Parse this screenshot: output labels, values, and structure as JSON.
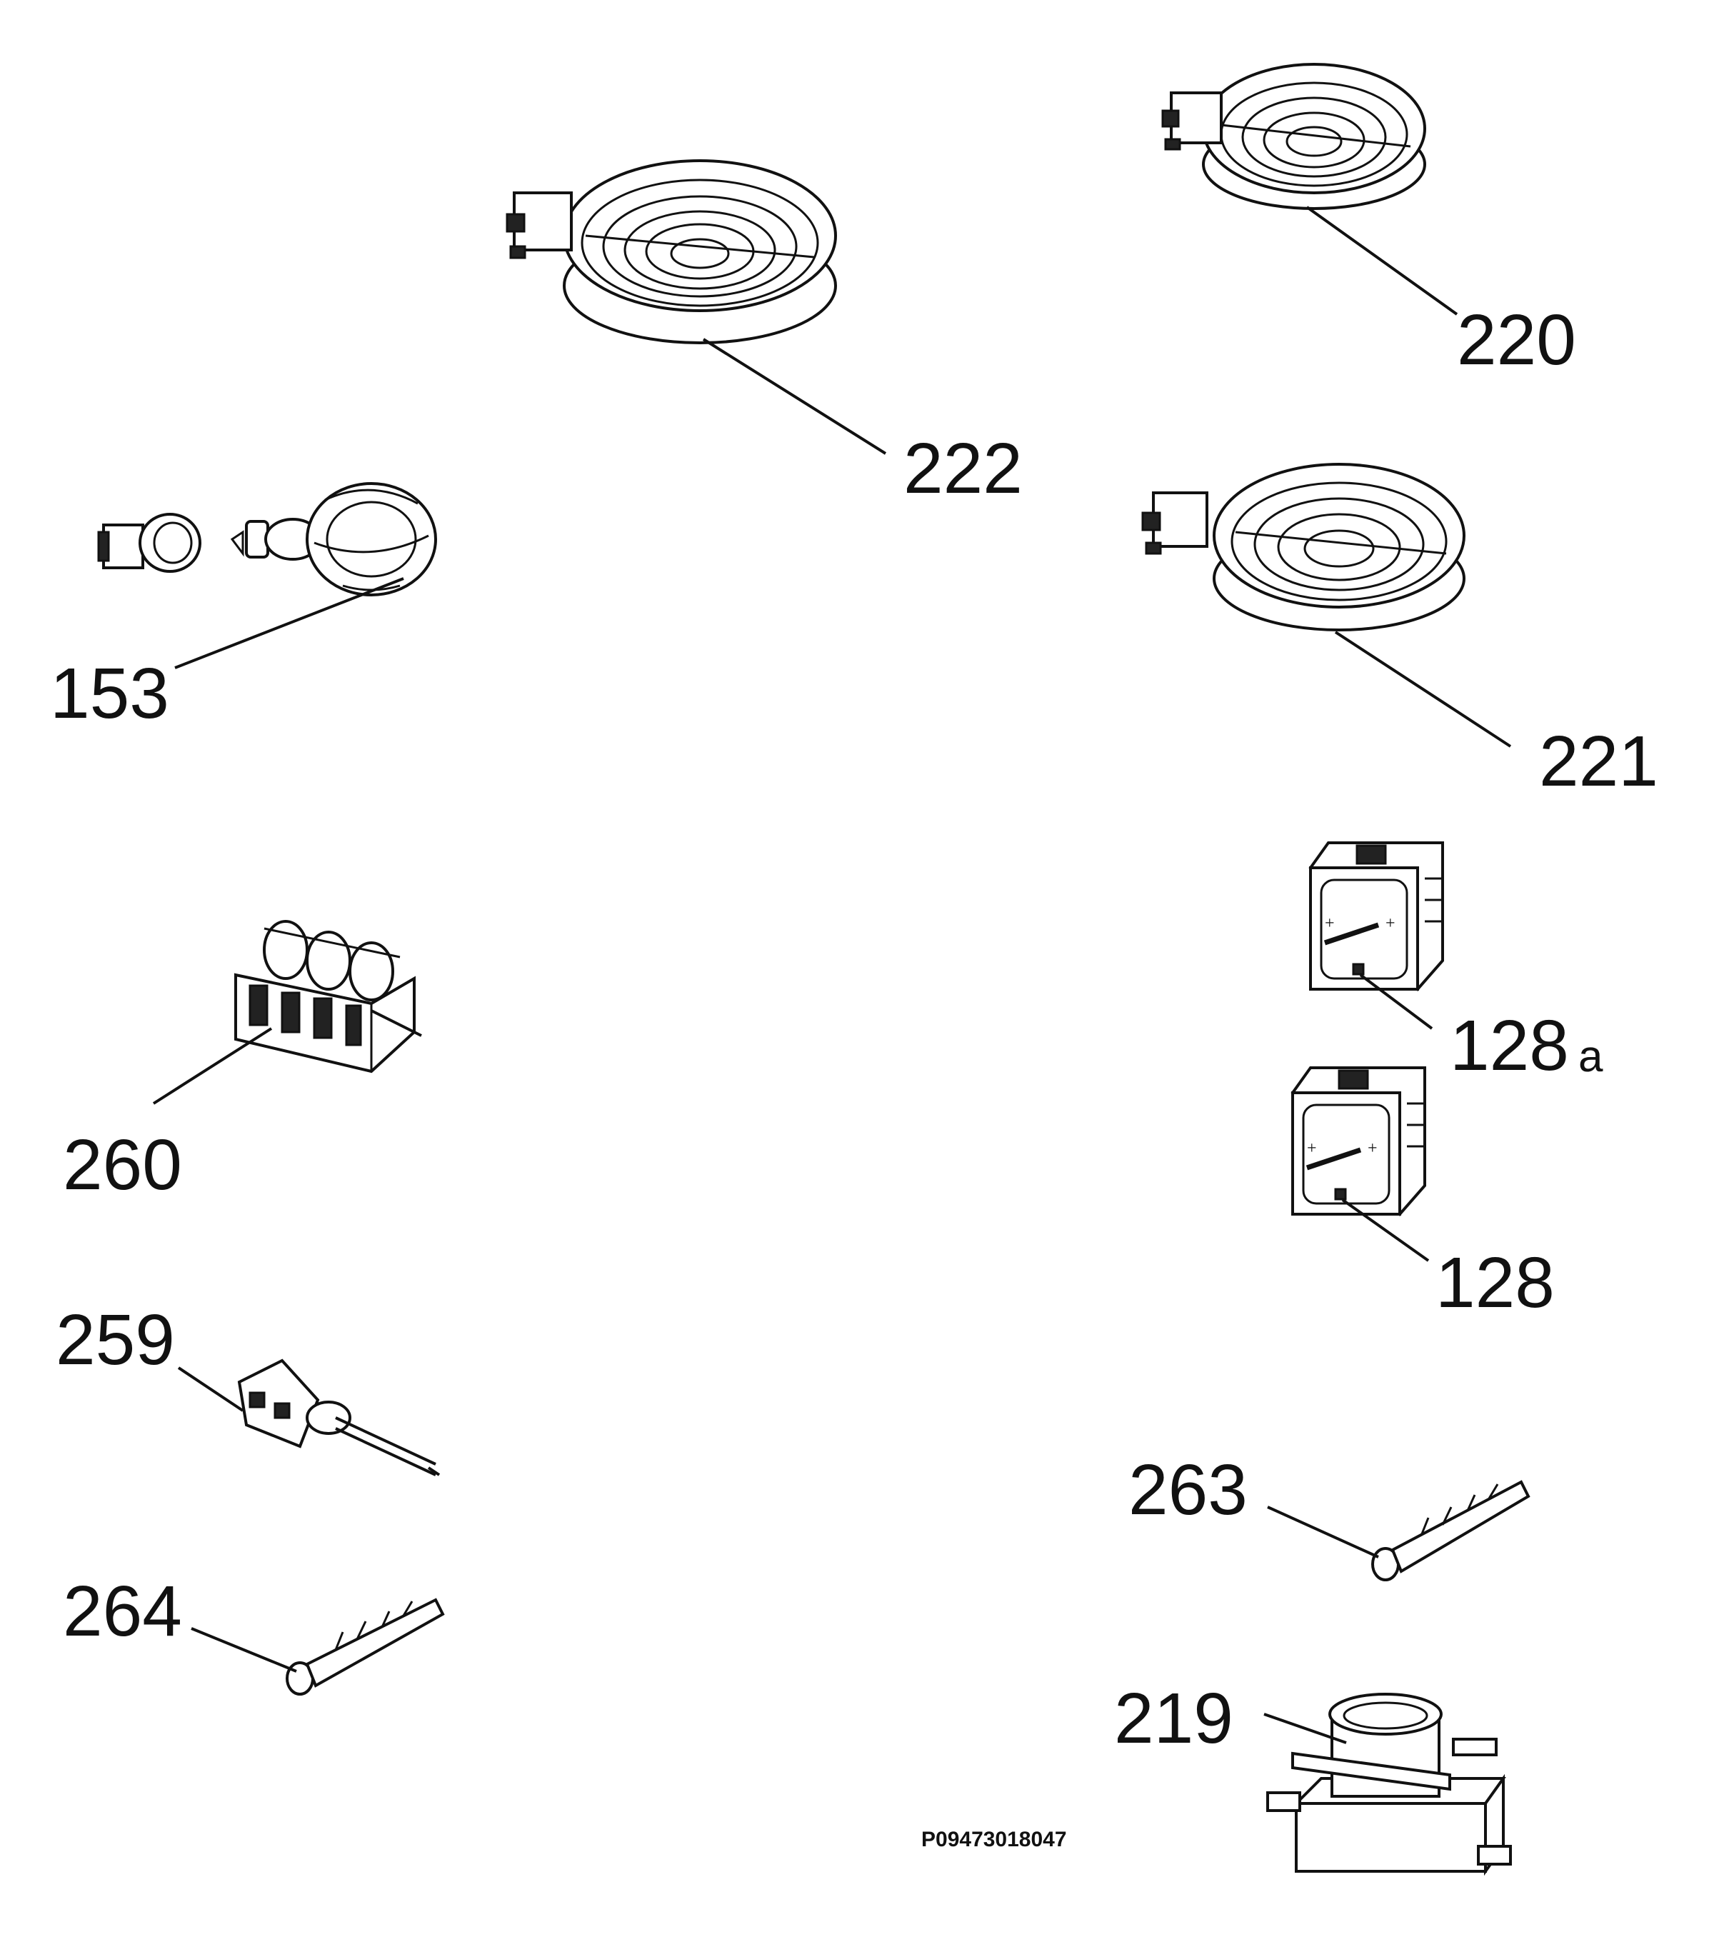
{
  "document_code": "P09473018047",
  "parts": [
    {
      "key": "p222",
      "number": "222"
    },
    {
      "key": "p220",
      "number": "220"
    },
    {
      "key": "p153",
      "number": "153"
    },
    {
      "key": "p221",
      "number": "221"
    },
    {
      "key": "p260",
      "number": "260"
    },
    {
      "key": "p128a",
      "number": "128",
      "suffix": "a"
    },
    {
      "key": "p128",
      "number": "128"
    },
    {
      "key": "p259",
      "number": "259"
    },
    {
      "key": "p263",
      "number": "263"
    },
    {
      "key": "p264",
      "number": "264"
    },
    {
      "key": "p219",
      "number": "219"
    }
  ]
}
